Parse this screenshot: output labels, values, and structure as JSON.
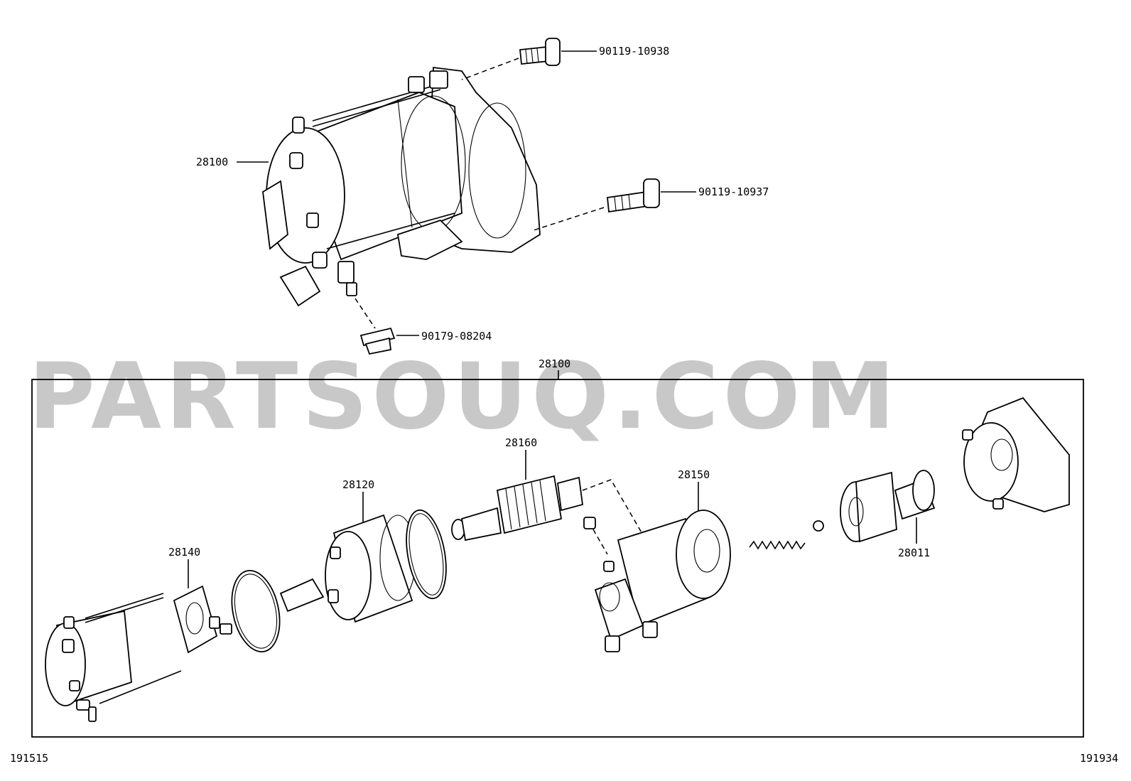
{
  "watermark": "PARTSOUQ.COM",
  "callouts": {
    "bolt_upper": "90119-10938",
    "bolt_lower": "90119-10937",
    "starter_assy": "28100",
    "nut": "90179-08204",
    "kit_header": "28100",
    "armature": "28160",
    "yoke": "28120",
    "magnetic_switch": "28150",
    "brush_holder": "28140",
    "clutch": "28011"
  },
  "footer": {
    "left_code": "191515",
    "right_code": "191934"
  }
}
